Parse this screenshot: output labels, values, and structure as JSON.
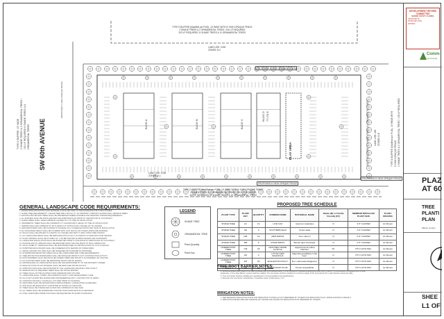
{
  "plan": {
    "buffer_top": [
      "TYPE D BUFFER (Modified per PUD), 10' WIDE WITH 6' HIGH OPAQUE FENCE",
      "2 SHADE TREES & 2 ORNAMENTAL TREES / 100 LF REQUIRED",
      "203 LF REQUIRED 11 SHADE TREES & 11 ORNAMENTAL TREES"
    ],
    "buffer_bottom": [
      "TYPE D BUFFER (Modified per PUD), 10' WIDE WITH 6' HIGH OPAQUE FENCE",
      "2 SHADE TREES & 2 ORNAMENTAL TREES / 100 LF REQUIRED",
      "203 LF REQUIRED 11 SHADE TREES & 10 ORNAMENTAL TREES"
    ],
    "buffer_left": [
      "TYPE C BUFFER, 15' WIDE",
      "2 SHADE TREES & 2 ORNAMENTAL TREES /",
      "100 LF REQUIRED 8 SHADE TREES & 8",
      "ORNAMENTAL TREES"
    ],
    "buffer_right": [
      "TYPE D BUFFER (Modified per PUD), 10' WIDE WITH",
      "6' HIGH OPAQUE FENCE",
      "2 SHADE TREES & 2 ORNAMENTAL TREES / 100 LF REQUIRED",
      "203 LF REQUIRED 8 SHADE TREES & 8 ORNAMENTAL TREES"
    ],
    "land_use_top": [
      "LAND USE: COM",
      "ZONED: B-2"
    ],
    "land_use_bottom": [
      "LAND USE: COM",
      "ZONED: A-1"
    ],
    "land_use_right": [
      "LAND USE: MR",
      "ZONED: R-E"
    ],
    "fence_notes": [
      "PROPOSED 6' HIGH OPAQUE FENCE",
      "PROPOSED 6' HIGH OPAQUE FENCE",
      "PROPOSED 6' HIGH OPAQUE FENCE"
    ],
    "street": "SW 60th AVENUE",
    "play_area": "PLAY AREA",
    "blocks": [
      {
        "name": "BLDG A",
        "size": ""
      },
      {
        "name": "BLDG B",
        "size": ""
      },
      {
        "name": "BLDG C",
        "size": ""
      },
      {
        "name": "BLDG D",
        "size": "77×70 E"
      }
    ]
  },
  "general": {
    "title": "GENERAL LANDSCAPE CODE REQUIREMENTS:",
    "lines": [
      "1.  WATER-WISE AND NATIVE PLANT MATERIALS SHALL BE USED TO THE MAXIMUM EXTENT PRACTICABLE",
      "2.  SHADE TREE REQUIREMENT: 1 SHADE TREE PER 2,500 SQ. FT. OF PROPERTY. PARKING ISLANDS SHALL RECEIVE TREES",
      "3.  EXISTING PROTECTED TREES SHALL BE PRESERVED WHERE POSSIBLE AND CREDITED TOWARD REQUIREMENTS",
      "4.  ALL BUFFERS SHALL BE INSTALLED PER THE APPROVED PLAN PRIOR TO CERTIFICATE OF OCCUPANCY",
      "5.  SHADE TREES SHALL HAVE A MINIMUM CALIPER OF 3\" AT TIME OF INSTALLATION",
      "6.  ORNAMENTAL TREES SHALL BE A MINIMUM 1.5\" CALIPER AND 6' HEIGHT AT TIME OF INSTALLATION",
      "7.  SHRUBS SHALL BE A MINIMUM OF 18\" IN HEIGHT AT INSTALLATION, SPACED 36\" ON CENTER",
      "8.  GROUNDCOVERS SHALL BE PLANTED TO ACHIEVE FULL COVERAGE WITHIN ONE YEAR OF INSTALLATION",
      "9.  ALL NON-PAVED AREAS SHALL BE COVERED WITH SOD, MULCH OR OTHER LANDSCAPE MATERIAL",
      "10.  MULCH SHALL BE APPLIED TO A DEPTH OF 3 INCHES AND KEPT 6\" AWAY FROM TREE TRUNKS",
      "11.  ALL LANDSCAPE AREAS SHALL BE IRRIGATED WITH A FULLY AUTOMATIC SYSTEM WITH RAIN SENSOR",
      "12.  PLANT MATERIAL SHALL BE FLORIDA NO. 1 OR BETTER PER FLORIDA GRADES AND STANDARDS",
      "13.  LANDSCAPE INSTALLATION SHALL BE INSPECTED PRIOR TO ISSUANCE OF CERTIFICATE OF OCCUPANCY",
      "14.  INVASIVE EXOTIC SPECIES SHALL BE REMOVED FROM THE SITE PRIOR TO FINAL INSPECTION",
      "15.  SIGHT VISIBILITY TRIANGLES SHALL BE MAINTAINED FREE OF OBSTRUCTIONS 30\" TO 8' IN HEIGHT",
      "16.  DUMPSTER ENCLOSURES SHALL BE SCREENED WITH SHRUBS ON THREE SIDES",
      "17.  ABOVE GROUND UTILITIES SHALL BE SCREENED WITH SHRUBS AS APPROVED",
      "18.  STORMWATER RETENTION AREAS SHALL BE LANDSCAPED PER CODE REQUIREMENTS",
      "19.  TREE PROTECTION BARRICADES SHALL BE INSTALLED PRIOR TO ANY CONSTRUCTION ACTIVITY",
      "20.  ROOT BARRIERS SHALL BE INSTALLED WHERE TREES ARE WITHIN 5' OF PAVEMENT OR UTILITIES",
      "21.  ALL PLANTING BEDS SHALL BE SEPARATED FROM TURF BY EDGING",
      "22.  MAINTENANCE OF LANDSCAPING SHALL BE THE RESPONSIBILITY OF THE PROPERTY OWNER",
      "23.  DEAD OR DYING PLANT MATERIAL SHALL BE REPLACED WITHIN 30 DAYS",
      "24.  SUBSTITUTIONS SHALL BE APPROVED BY THE LANDSCAPE ARCHITECT AND COUNTY",
      "25.  MINIMUM 25% OF REQUIRED TREES SHALL BE NATIVE SPECIES",
      "26.  TREES SHALL NOT BE PLANTED OVER UNDERGROUND UTILITIES",
      "27.  LANDSCAPE SHALL COMPLY WITH MARION COUNTY LAND DEVELOPMENT CODE",
      "28.  ALL PLANT QUANTITIES SHOWN ARE FOR REFERENCE ONLY; CONTRACTOR TO VERIFY",
      "29.  CONTRACTOR SHALL LOCATE ALL UTILITIES PRIOR TO PLANTING",
      "30.  FERTILIZER SHALL BE APPLIED PER FLORIDA-FRIENDLY LANDSCAPING GUIDELINES",
      "31.  SOD SHALL BE BAHIA OR ST. AUGUSTINE AS NOTED ON THE PLANS",
      "32.  TREES SHALL BE STAKED AND GUYED FOR A MINIMUM OF ONE YEAR",
      "33.  ALL TREES SHALL BE WARRANTED FOR ONE YEAR FROM DATE OF ACCEPTANCE",
      "34.  FINAL LANDSCAPE INSPECTION SHALL BE REQUESTED 48 HOURS IN ADVANCE"
    ]
  },
  "legend": {
    "title": "LEGEND",
    "items": [
      "SHADE TREE",
      "ORNAMENTAL TREE",
      "Plant Quantity",
      "Plant Key"
    ]
  },
  "schedule": {
    "title": "PROPOSED TREE SCHEDULE",
    "headers": [
      "PLANT TYPE",
      "PLANT KEY",
      "QUANTITY",
      "COMMON NAME",
      "BOTANICAL NAME",
      "Native (N) or Florida Friendly (FF)",
      "MINIMUM INSTALLED PLANT SIZE",
      "PLANT SPACING"
    ],
    "rows": [
      [
        "SHADE TREE",
        "LO",
        "16",
        "LIVE OAK",
        "Quercus virginiana",
        "N",
        "3.0\" CALIPER",
        "As Shown"
      ],
      [
        "SHADE TREE",
        "CE",
        "9",
        "SOUTHERN ELM",
        "Ulmus alata",
        "N",
        "3.0\" CALIPER",
        "As Shown"
      ],
      [
        "SHADE TREE",
        "RM",
        "19",
        "RED MAPLE",
        "Acer rubrum",
        "N",
        "3.0\" CALIPER",
        "As Shown"
      ],
      [
        "SHADE TREE",
        "RB",
        "9",
        "RIVER BIRCH",
        "Betula nigra 'Duraheat'",
        "N",
        "3.0\" CALIPER",
        "As Shown"
      ],
      [
        "UNDERSTORY TREE",
        "CM",
        "18",
        "NATCHEZ CRAPE MYRTLE",
        "Lagerstroemia indica 'Natchez'",
        "FF",
        "8'H X 42\"W MIN.",
        "As Shown"
      ],
      [
        "UNDERSTORY TREE",
        "LW",
        "3",
        "LITTLE GEM MAGNOLIA",
        "Magnolia grandiflora 'Little Gem'",
        "N",
        "8'H X 42\"W MIN.",
        "As Shown"
      ],
      [
        "UNDERSTORY TREE",
        "EH",
        "20",
        "EAGLESTON HOLLY",
        "Ilex x attenuata 'Eagleston'",
        "N",
        "8'H X 42\"W MIN.",
        "As Shown"
      ],
      [
        "UNDERSTORY TREE",
        "CP",
        "16",
        "CHICKASAW PLUM",
        "Prunus angustifolia",
        "N",
        "8'H X 42\"W MIN.",
        "As Shown"
      ]
    ]
  },
  "barrier": {
    "title": "TREE ROOT BARRIER NOTES:",
    "lines": [
      "1.  Where proposed trees (listed in the plant schedule) are to be planted within 5' of an existing or proposed underground utility line, or within 5' of an existing or proposed curb or drive",
      "     landscape, a 'Tree Root Barrier' system shall be installed. The root barrier shall be installed to a minimum depth of 24\" and extend 10' in each direction along the utility.",
      "2.  Tree root barrier shall be installed per manufacturer's recommendation and specifications.",
      "3.  Example tree root barrier manufacturer: 'DeepRoot Green Infrastructure, LLC'"
    ]
  },
  "irrigation": {
    "title": "IRRIGATION NOTES:",
    "lines": [
      "1.  SEE SEPARATE IRRIGATION PLANS FOR IRRIGATION SYSTEM LAYOUT PREPARED BY OTHERS FOR IRRIGATION PLAN, SPECIFICATIONS & DETAILS.",
      "2.  IRRIGATION METER SIZE AND AVERAGE DAY WATER USE SHOWN ON IRRIGATION PLAN PREPARED BY OTHERS."
    ]
  },
  "title_block": {
    "stamp_title": "DEVELOPMENT REVIEW COMMITTEE",
    "stamp_sub": "MARION COUNTY, FLORIDA",
    "stamp_lines": [
      "APPROVED BY",
      "APPROVED DATE",
      "EXPIRES"
    ],
    "company": "Comm",
    "company_sub": "Land Desig",
    "project_1": "PLAZ",
    "project_2": "AT 60",
    "sheet_title_1": "TREE",
    "sheet_title_2": "PLANTI",
    "sheet_title_3": "PLAN",
    "county": "Marion County",
    "sheet_label": "SHEE",
    "sheet_number": "L1 OF"
  }
}
